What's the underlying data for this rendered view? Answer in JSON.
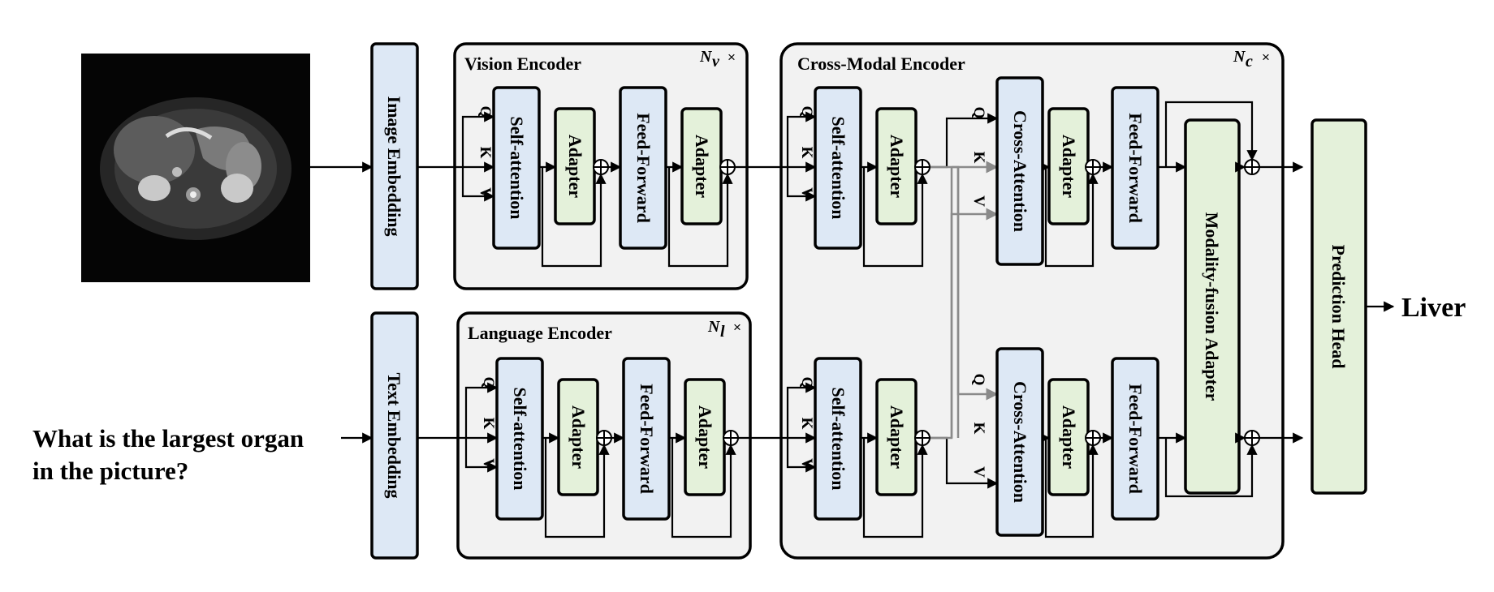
{
  "inputs": {
    "image_embedding": "Image Embedding",
    "text_embedding": "Text Embedding",
    "question_line1": "What is the largest organ",
    "question_line2": "in the picture?"
  },
  "vision_encoder": {
    "title": "Vision Encoder",
    "repeat": "N",
    "repeat_sub": "v",
    "repeat_mult": "×"
  },
  "language_encoder": {
    "title": "Language Encoder",
    "repeat": "N",
    "repeat_sub": "l",
    "repeat_mult": "×"
  },
  "cross_modal_encoder": {
    "title": "Cross-Modal Encoder",
    "repeat": "N",
    "repeat_sub": "c",
    "repeat_mult": "×"
  },
  "blocks": {
    "self_attention": "Self-attention",
    "adapter": "Adapter",
    "feed_forward": "Feed-Forward",
    "cross_attention": "Cross-Attention",
    "modality_fusion_adapter": "Modality-fusion Adapter",
    "prediction_head": "Prediction Head"
  },
  "qkv": {
    "q": "Q",
    "k": "K",
    "v": "V"
  },
  "output": {
    "answer": "Liver"
  },
  "colors": {
    "encoder_fill": "#f2f2f2",
    "blue_block": "#dde8f5",
    "green_block": "#e4f1da",
    "cross_connection": "#8a8a8a"
  },
  "icons": {
    "plus": "circled-plus-icon",
    "arrow": "arrow-head-icon"
  }
}
